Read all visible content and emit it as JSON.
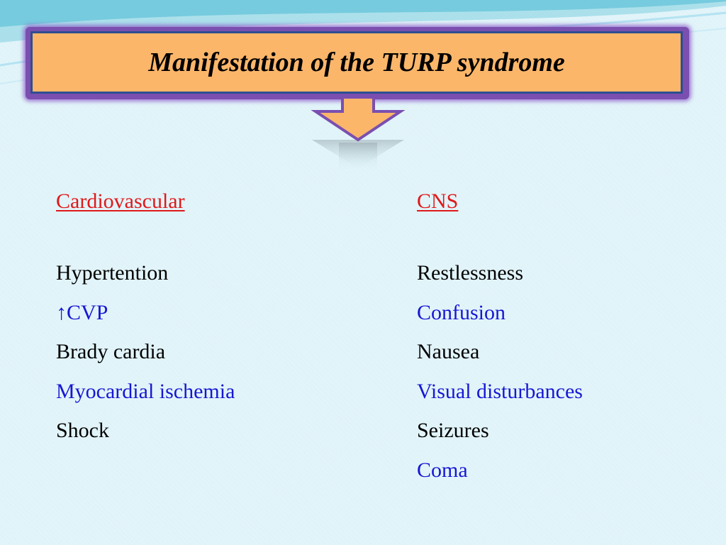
{
  "slide": {
    "title": "Manifestation of the TURP syndrome",
    "colors": {
      "background": "#e1f4f9",
      "title_fill": "#fbb66a",
      "title_border": "#2d4e90",
      "title_glow": "#7a4fb0",
      "heading": "#e0191a",
      "item_black": "#000000",
      "item_blue": "#1717d4",
      "arrow_fill": "#fbb66a",
      "arrow_outline": "#7a4fb0"
    },
    "arrow_icon": "down-arrow-icon"
  },
  "columns": [
    {
      "heading": "Cardiovascular",
      "items": [
        {
          "text": "Hypertention",
          "color": "black"
        },
        {
          "text": "↑CVP",
          "color": "blue"
        },
        {
          "text": "Brady cardia",
          "color": "black"
        },
        {
          "text": "Myocardial ischemia",
          "color": "blue"
        },
        {
          "text": "Shock",
          "color": "black"
        }
      ]
    },
    {
      "heading": "CNS",
      "items": [
        {
          "text": "Restlessness",
          "color": "black"
        },
        {
          "text": "Confusion",
          "color": "blue"
        },
        {
          "text": "Nausea",
          "color": "black"
        },
        {
          "text": "Visual disturbances",
          "color": "blue"
        },
        {
          "text": "Seizures",
          "color": "black"
        },
        {
          "text": "Coma",
          "color": "blue"
        }
      ]
    }
  ]
}
